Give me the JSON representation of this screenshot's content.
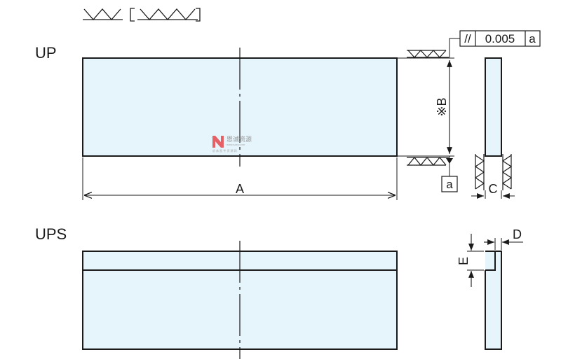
{
  "header": {
    "surface_finish_symbol": "▽▽",
    "surface_finish_note": "〔▽▽▽〕"
  },
  "views": {
    "up_label": "UP",
    "ups_label": "UPS"
  },
  "dimensions": {
    "a": "A",
    "b": "※B",
    "c": "C",
    "d": "D",
    "e": "E"
  },
  "tolerance_frame": {
    "symbol": "//",
    "value": "0.005",
    "datum": "a"
  },
  "datum_label": "a",
  "watermark": {
    "text": "恩诚资源",
    "url": "www.szzy.com",
    "tagline": "机 床 配 件 资 源 网"
  },
  "colors": {
    "plate_fill": "#e6f4fb",
    "line": "#1a1a1a",
    "watermark_red": "#e5484d"
  }
}
